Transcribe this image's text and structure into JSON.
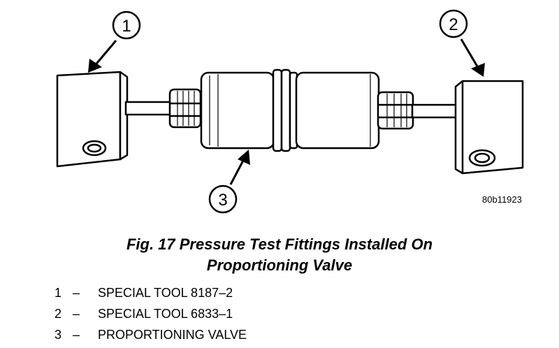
{
  "callouts": {
    "c1": "1",
    "c2": "2",
    "c3": "3"
  },
  "reference_code": "80b11923",
  "caption": {
    "line1": "Fig. 17 Pressure Test Fittings Installed On",
    "line2": "Proportioning Valve"
  },
  "legend": [
    {
      "num": "1",
      "dash": "–",
      "text": "SPECIAL TOOL 8187–2"
    },
    {
      "num": "2",
      "dash": "–",
      "text": "SPECIAL TOOL 6833–1"
    },
    {
      "num": "3",
      "dash": "–",
      "text": "PROPORTIONING VALVE"
    }
  ]
}
